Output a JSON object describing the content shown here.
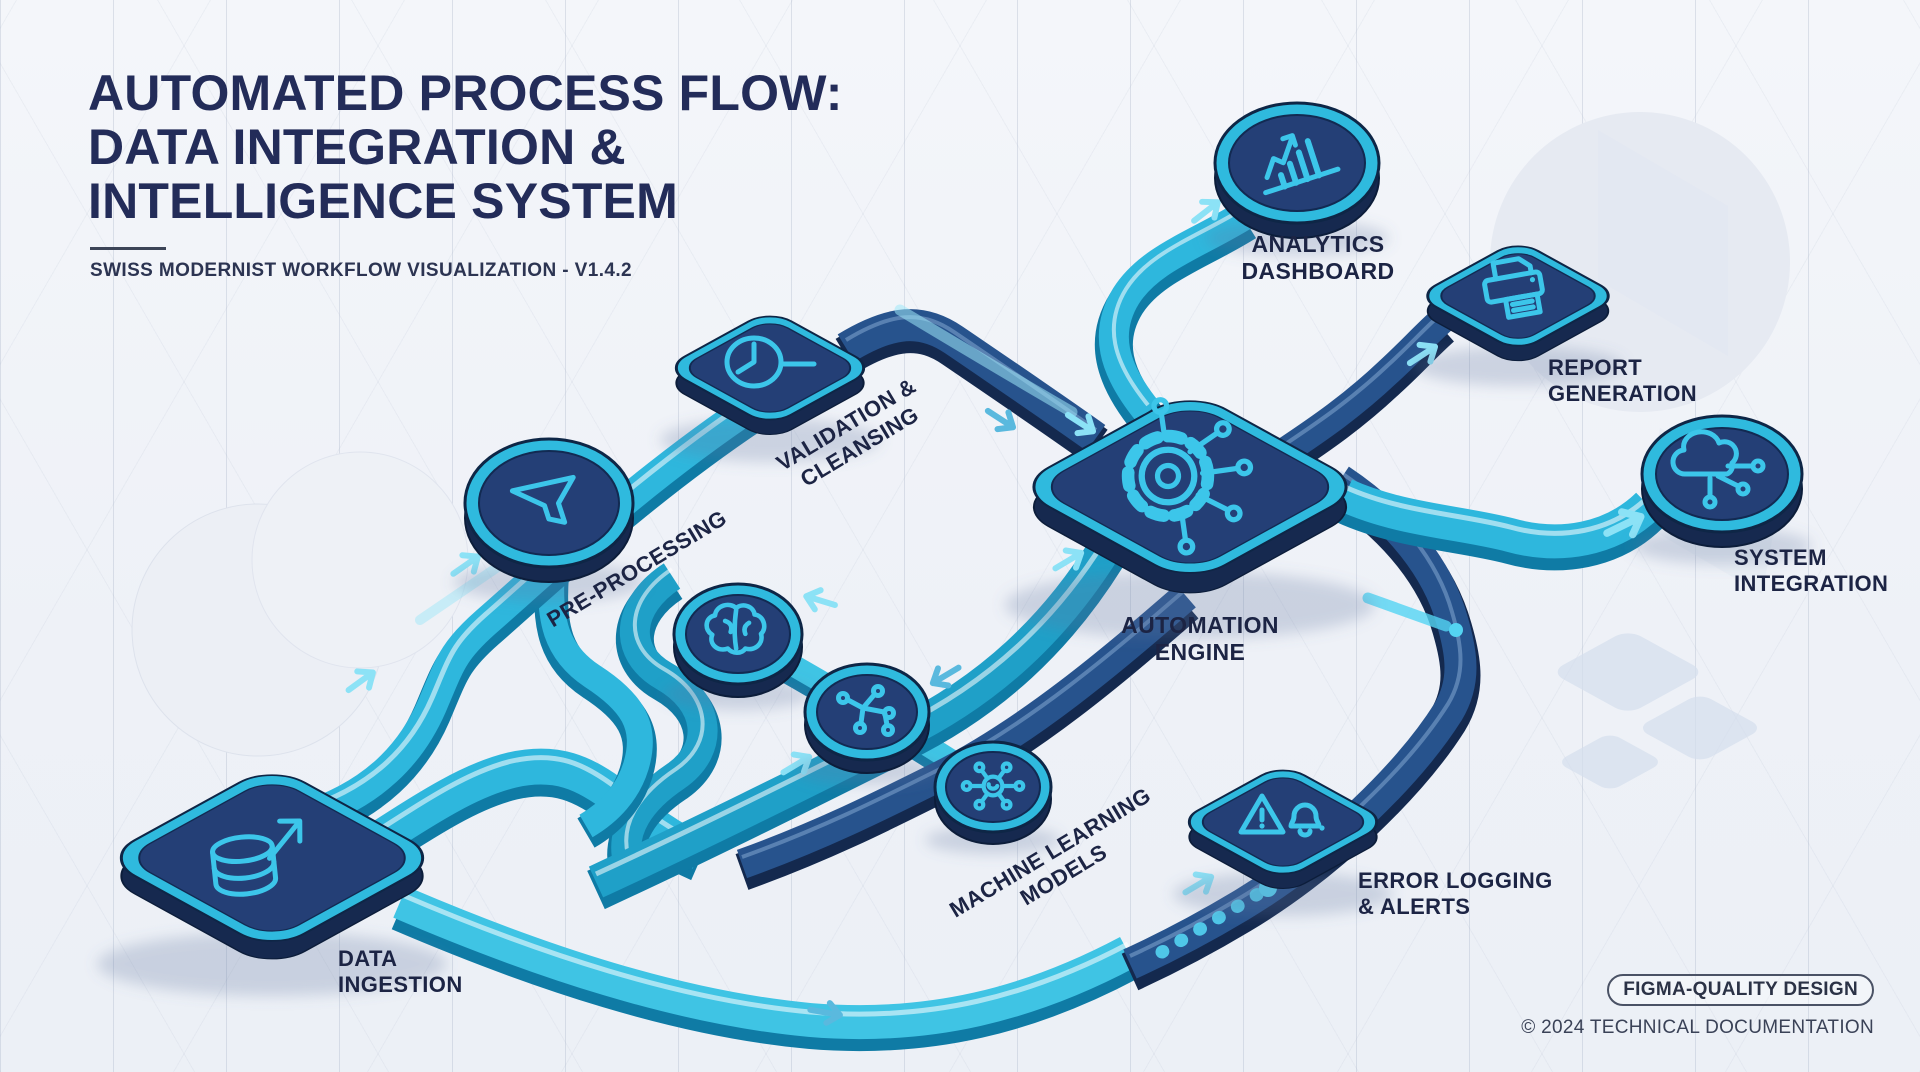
{
  "header": {
    "title_lines": [
      "AUTOMATED PROCESS FLOW:",
      "DATA INTEGRATION &",
      "INTELLIGENCE SYSTEM"
    ],
    "subtitle": "SWISS MODERNIST WORKFLOW VISUALIZATION - V1.4.2"
  },
  "nodes": {
    "data_ingestion": {
      "label_lines": [
        "DATA",
        "INGESTION"
      ],
      "icon": "database-arrow-icon",
      "shape": "diamond"
    },
    "pre_processing": {
      "label_lines": [
        "PRE-PROCESSING"
      ],
      "icon": "funnel-icon",
      "shape": "circle"
    },
    "validation": {
      "label_lines": [
        "VALIDATION &",
        "CLEANSING"
      ],
      "icon": "magnifier-check-icon",
      "shape": "diamond"
    },
    "ml_models": {
      "label_lines": [
        "MACHINE LEARNING",
        "MODELS"
      ],
      "icons": [
        "brain-icon",
        "tree-icon",
        "hub-icon"
      ],
      "shape": "circle-group"
    },
    "automation_engine": {
      "label_lines": [
        "AUTOMATION",
        "ENGINE"
      ],
      "icon": "gear-circuit-icon",
      "shape": "diamond"
    },
    "analytics_dashboard": {
      "label_lines": [
        "ANALYTICS",
        "DASHBOARD"
      ],
      "icon": "bar-chart-icon",
      "shape": "circle"
    },
    "report_generation": {
      "label_lines": [
        "REPORT",
        "GENERATION"
      ],
      "icon": "printer-icon",
      "shape": "diamond"
    },
    "system_integration": {
      "label_lines": [
        "SYSTEM",
        "INTEGRATION"
      ],
      "icon": "cloud-network-icon",
      "shape": "circle"
    },
    "error_logging": {
      "label_lines": [
        "ERROR LOGGING",
        "& ALERTS"
      ],
      "icon": "warning-bell-icon",
      "shape": "diamond"
    }
  },
  "footer": {
    "badge": "FIGMA-QUALITY DESIGN",
    "copyright": "© 2024 TECHNICAL DOCUMENTATION"
  },
  "colors": {
    "accent_cyan": "#35c1e6",
    "node_navy": "#243f76",
    "pipe_dark": "#27538d",
    "title_navy": "#232c59",
    "background": "#eef1f7"
  }
}
